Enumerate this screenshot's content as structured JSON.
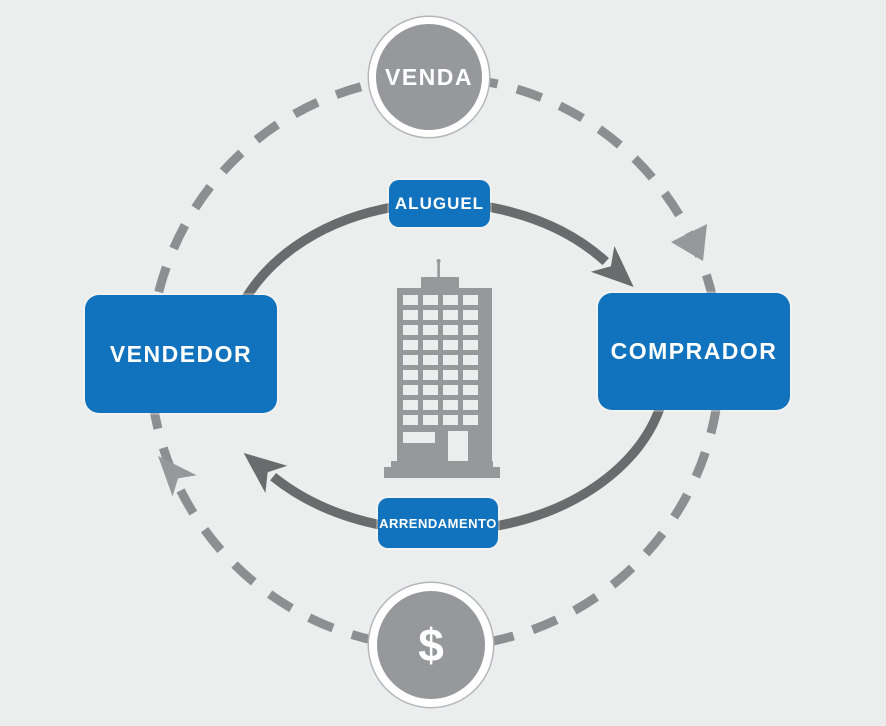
{
  "diagram": {
    "top_circle_label": "VENDA",
    "bottom_circle_label": "$",
    "left_box_label": "VENDEDOR",
    "right_box_label": "COMPRADOR",
    "top_badge_label": "ALUGUEL",
    "bottom_badge_label": "ARRENDAMENTO"
  },
  "colors": {
    "background": "#ECEDED",
    "accent_blue": "#1173BD",
    "gray_mid": "#97989C",
    "dash_gray": "#8D8E92",
    "dark_arrow": "#6A6B6D",
    "ring_white": "#FFFFFF",
    "ring_outline": "#B5B6B9",
    "text_white": "#FFFFFF"
  }
}
